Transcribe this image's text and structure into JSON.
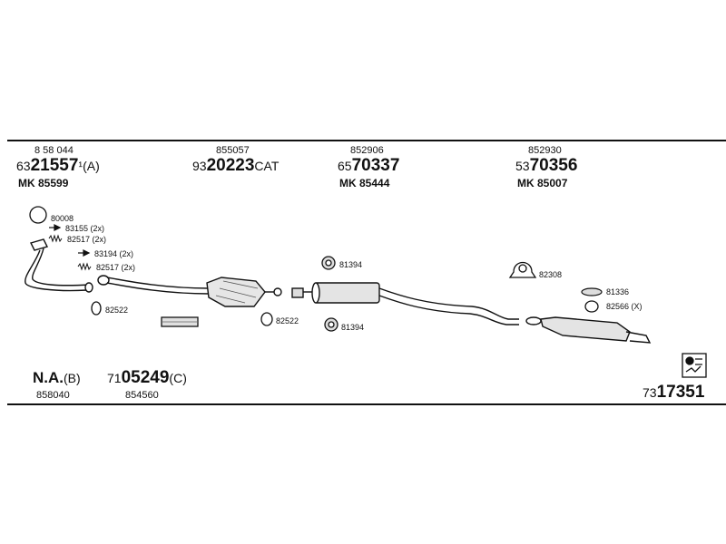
{
  "header": {
    "columns": [
      {
        "ref": "8 58 044",
        "prefix": "63",
        "number": "21557",
        "suffix": "¹(A)",
        "mk": "MK  85599"
      },
      {
        "ref": "855057",
        "prefix": "93",
        "number": "20223",
        "suffix": "CAT",
        "mk": ""
      },
      {
        "ref": "852906",
        "prefix": "65",
        "number": "70337",
        "suffix": "",
        "mk": "MK  85444"
      },
      {
        "ref": "852930",
        "prefix": "53",
        "number": "70356",
        "suffix": "",
        "mk": "MK  85007"
      }
    ]
  },
  "parts": {
    "p80008": "80008",
    "p83155": "83155 (2x)",
    "p82517a": "82517 (2x)",
    "p83194": "83194 (2x)",
    "p82517b": "82517 (2x)",
    "p82522a": "82522",
    "p82522b": "82522",
    "p81394a": "81394",
    "p81394b": "81394",
    "p82308": "82308",
    "p81336": "81336",
    "p82566": "82566 (X)"
  },
  "footer": {
    "left_main": "N.A.",
    "left_suffix": "(B)",
    "left_ref": "858040",
    "mid_prefix": "71",
    "mid_number": "05249",
    "mid_suffix": "(C)",
    "mid_ref": "854560",
    "right_prefix": "73",
    "right_number": "17351"
  }
}
